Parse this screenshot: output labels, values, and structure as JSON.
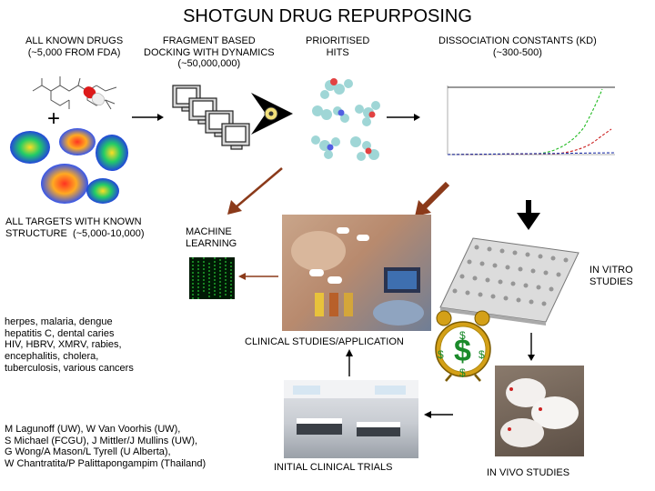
{
  "title": "SHOTGUN DRUG REPURPOSING",
  "stages": {
    "drugs": "ALL KNOWN DRUGS\n(~5,000 FROM FDA)",
    "docking": "FRAGMENT BASED\nDOCKING WITH DYNAMICS\n(~50,000,000)",
    "hits": "PRIORITISED\nHITS",
    "dissociation": "DISSOCIATION CONSTANTS (KD)\n(~300-500)",
    "targets": "ALL TARGETS WITH KNOWN\nSTRUCTURE  (~5,000-10,000)",
    "ml": "MACHINE\nLEARNING",
    "in_vitro": "IN VITRO\nSTUDIES",
    "clinical_app": "CLINICAL STUDIES/APPLICATION",
    "clinical_trials": "INITIAL CLINICAL TRIALS",
    "in_vivo": "IN VIVO STUDIES"
  },
  "plus_sign": "+",
  "diseases": "herpes, malaria, dengue\nhepatitis C, dental caries\nHIV, HBRV, XMRV, rabies,\nencephalitis, cholera,\ntuberculosis, various cancers",
  "collaborators": "M Lagunoff (UW), W Van Voorhis (UW),\nS Michael (FCGU), J Mittler/J Mullins (UW),\nG Wong/A Mason/L Tyrell (U Alberta),\nW Chantratita/P Palittapongampim (Thailand)",
  "clock_symbols": {
    "center": "$",
    "top": "$",
    "bottom": "$",
    "left": "$",
    "right": "$"
  },
  "colors": {
    "brown_arrow": "#8b3a1a",
    "black_arrow": "#000000",
    "green_curve": "#22bb22",
    "red_curve": "#cc2222",
    "blue_curve": "#2233aa",
    "matrix_green": "#33ff44",
    "clock_gold": "#d4a017"
  }
}
